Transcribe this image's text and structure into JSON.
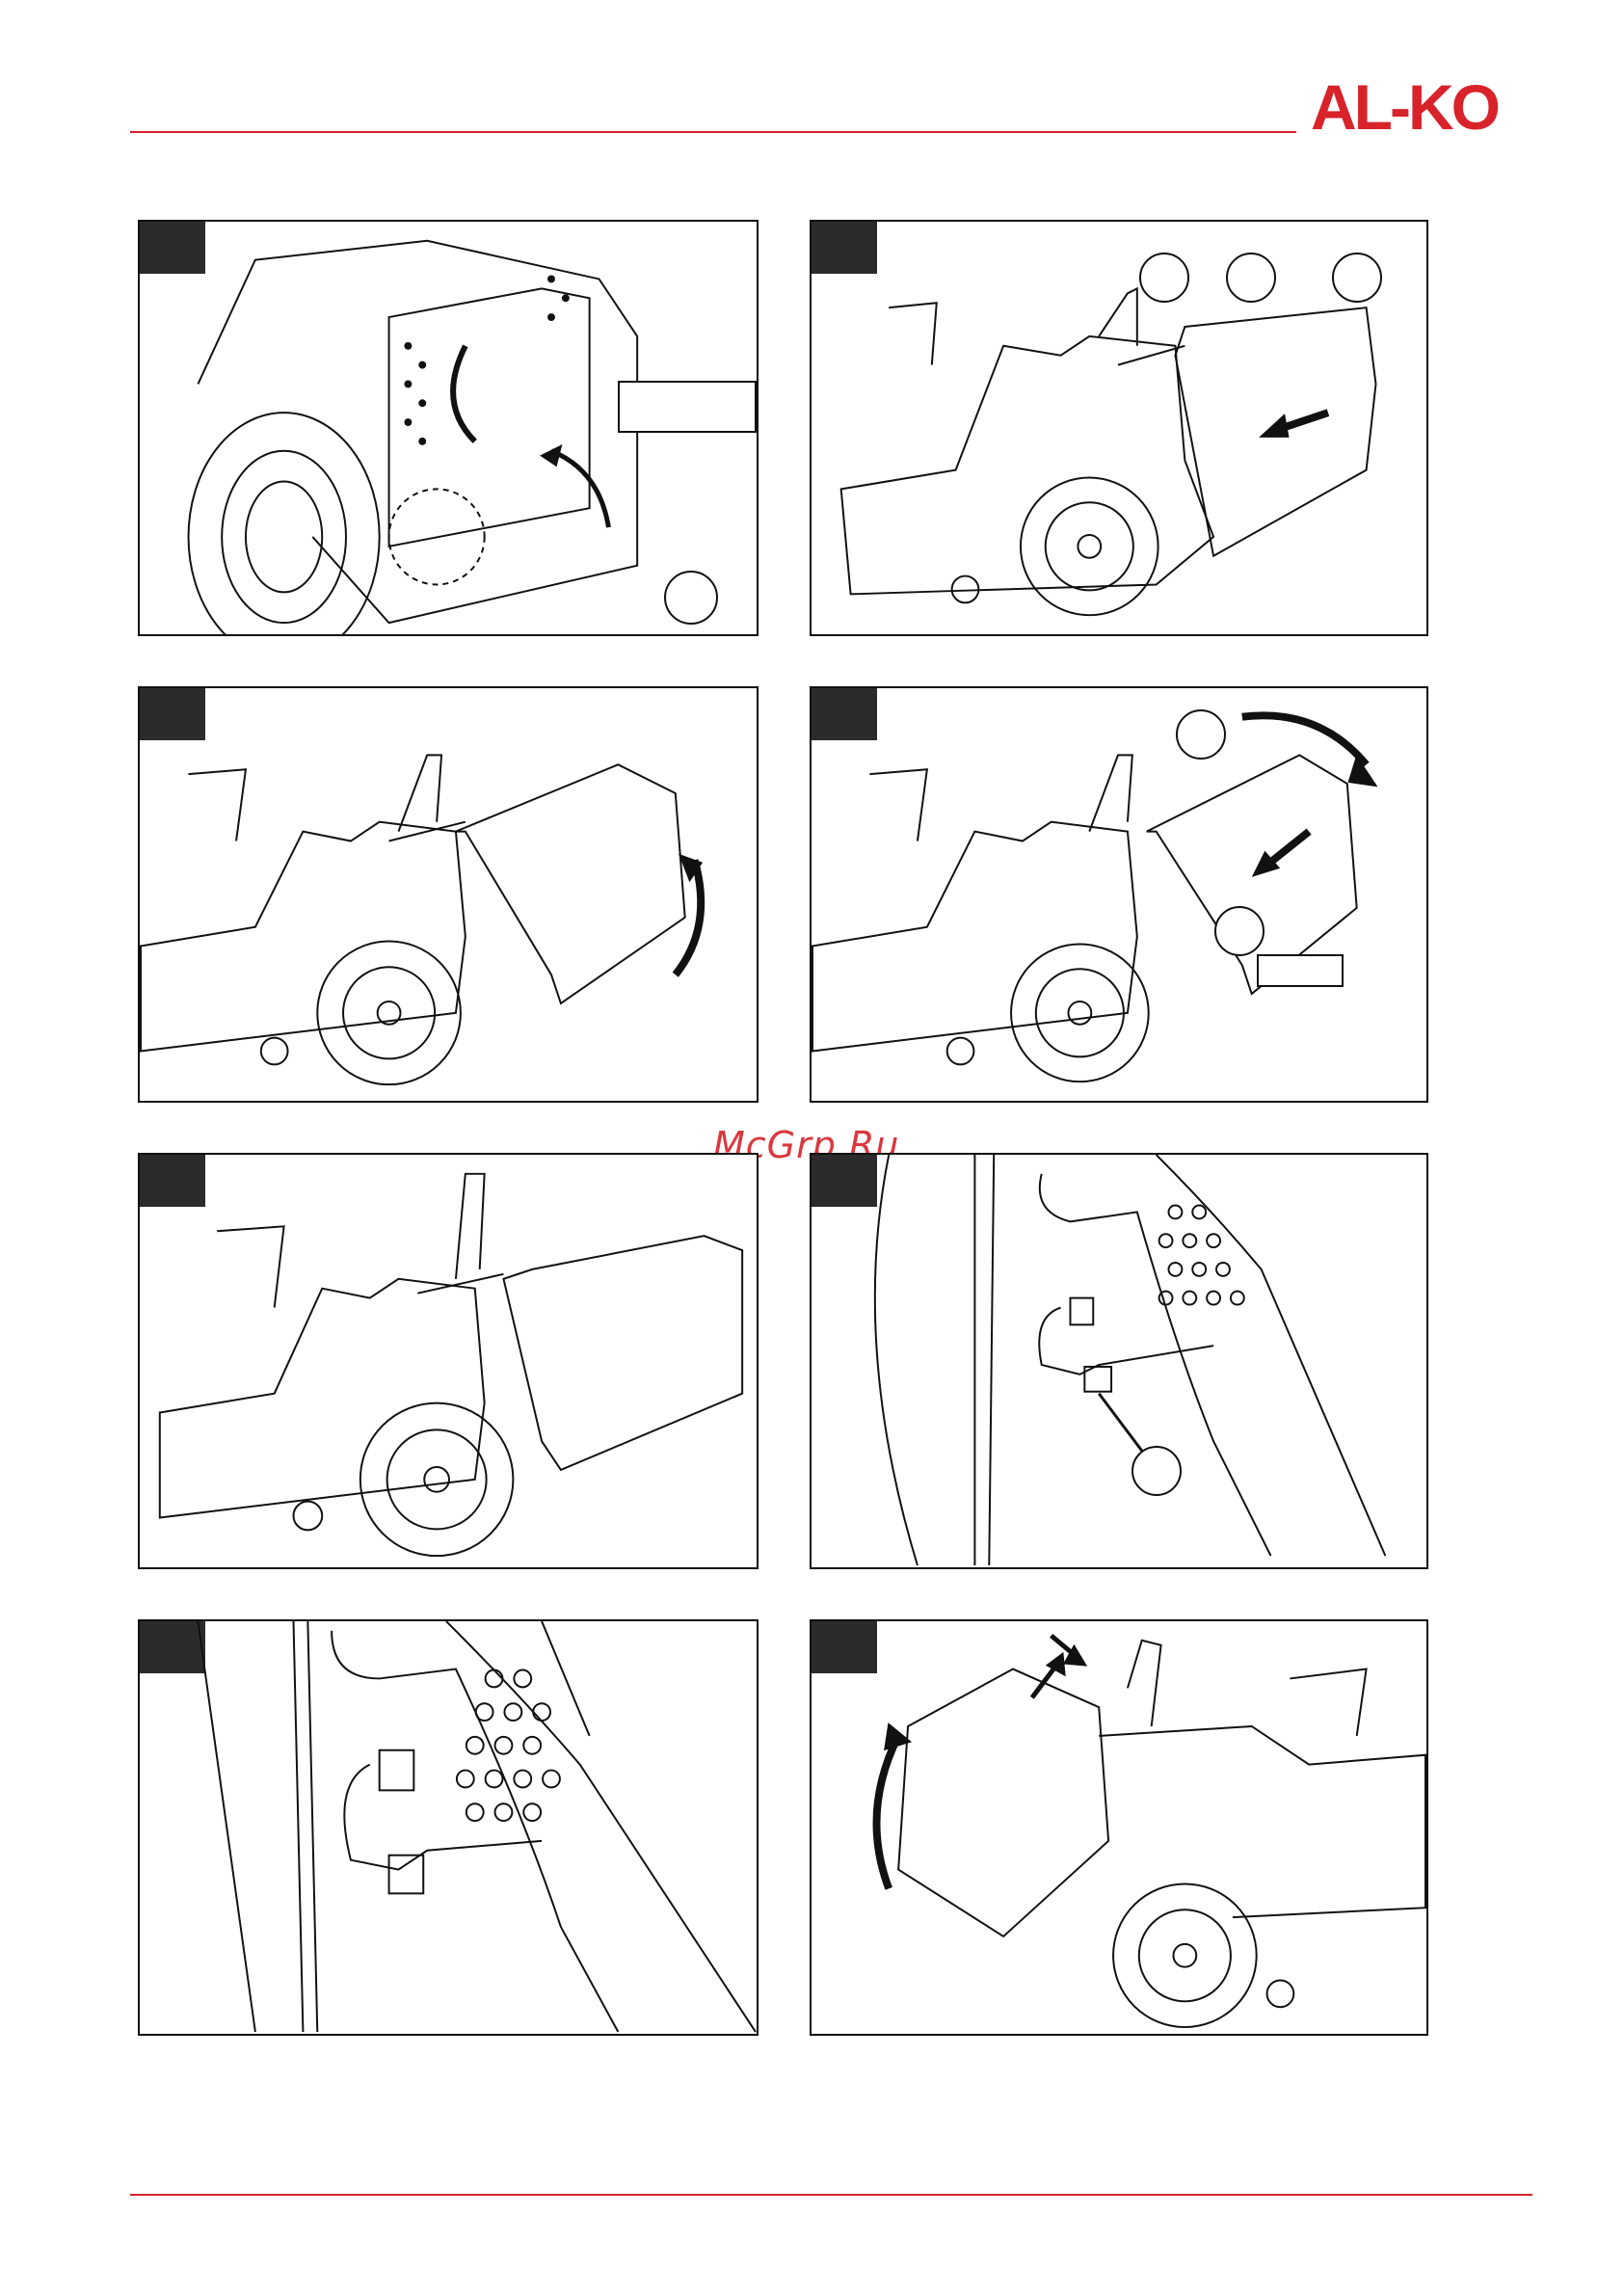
{
  "header": {
    "logo_text": "AL-KO",
    "brand_color": "#d8232a"
  },
  "watermark": {
    "text": "McGrp.Ru"
  },
  "figures": [
    {
      "id": "fig-1",
      "view": "rear-detail",
      "arrow": "curved-up-left"
    },
    {
      "id": "fig-2",
      "view": "side-left",
      "arrow": "straight-left"
    },
    {
      "id": "fig-3",
      "view": "side-left-bin-tilted",
      "arrow": "curved-up"
    },
    {
      "id": "fig-4",
      "view": "side-left-bin-tilted",
      "arrow": "curved-right-and-straight-down"
    },
    {
      "id": "fig-5",
      "view": "side-left-bin-closed",
      "arrow": "none"
    },
    {
      "id": "fig-6",
      "view": "latch-detail",
      "arrow": "none"
    },
    {
      "id": "fig-7",
      "view": "latch-detail-close",
      "arrow": "none"
    },
    {
      "id": "fig-8",
      "view": "side-right-bin-tilted",
      "arrow": "curved-up-and-down-pair"
    }
  ]
}
